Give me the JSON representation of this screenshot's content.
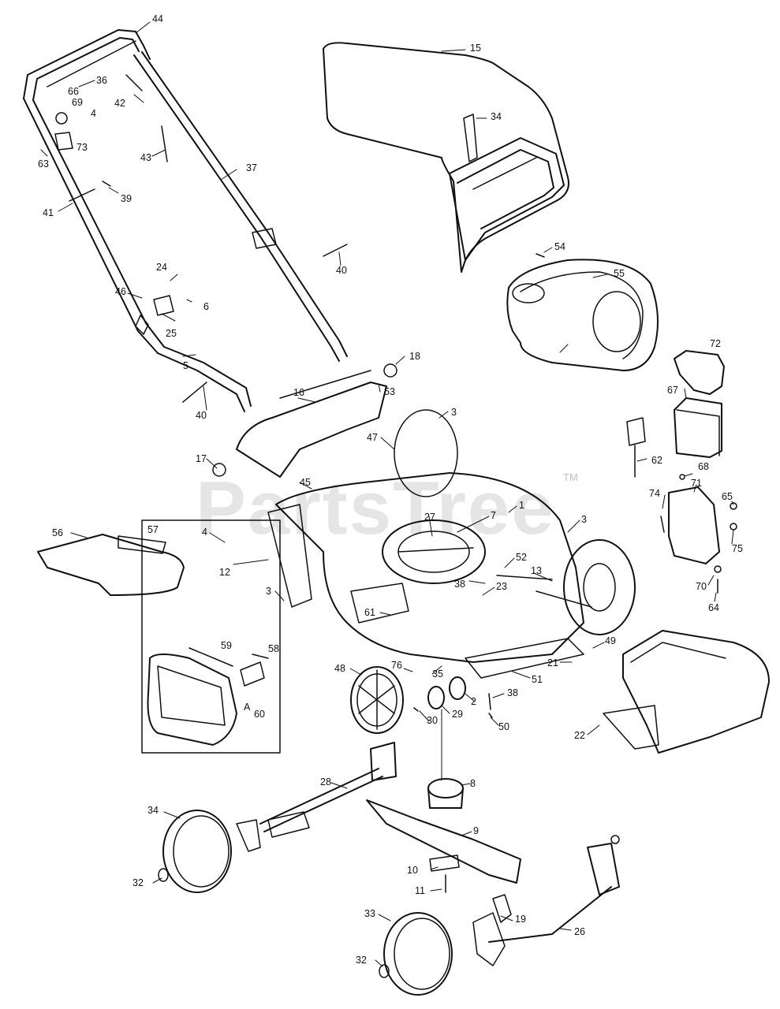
{
  "diagram": {
    "watermark": "PartsTree",
    "trademark": "TM",
    "inset": {
      "title": "57",
      "ref_letter": "A",
      "labels": [
        "59",
        "58",
        "60"
      ]
    },
    "part_labels": [
      "44",
      "36",
      "66",
      "69",
      "4",
      "42",
      "73",
      "63",
      "43",
      "37",
      "39",
      "41",
      "24",
      "46",
      "6",
      "25",
      "5",
      "40",
      "15",
      "34",
      "54",
      "40",
      "55",
      "72",
      "67",
      "62",
      "68",
      "18",
      "53",
      "16",
      "3",
      "47",
      "17",
      "45",
      "4",
      "12",
      "3",
      "56",
      "27",
      "7",
      "1",
      "3",
      "52",
      "13",
      "38",
      "61",
      "23",
      "21",
      "49",
      "76",
      "35",
      "51",
      "48",
      "2",
      "29",
      "38",
      "30",
      "50",
      "22",
      "28",
      "8",
      "34",
      "9",
      "32",
      "10",
      "11",
      "19",
      "26",
      "33",
      "32",
      "74",
      "71",
      "65",
      "75",
      "70",
      "64"
    ]
  }
}
